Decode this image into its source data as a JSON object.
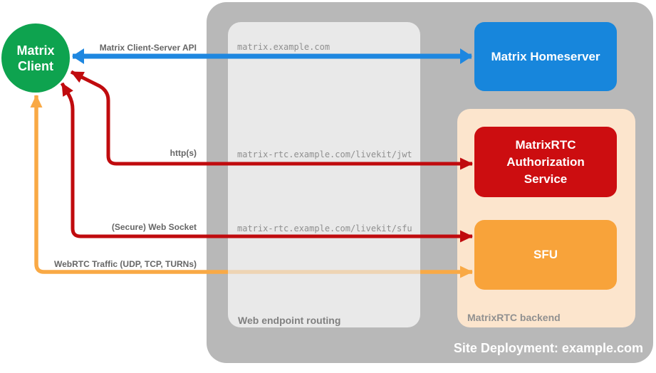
{
  "client": {
    "line1": "Matrix",
    "line2": "Client"
  },
  "nodes": {
    "homeserver": {
      "label": "Matrix Homeserver"
    },
    "auth_service": {
      "label": "MatrixRTC Authorization Service"
    },
    "sfu": {
      "label": "SFU"
    }
  },
  "containers": {
    "site": {
      "label": "Site Deployment: example.com"
    },
    "routing": {
      "label": "Web endpoint routing",
      "endpoints": [
        "matrix.example.com",
        "matrix-rtc.example.com/livekit/jwt",
        "matrix-rtc.example.com/livekit/sfu"
      ]
    },
    "backend": {
      "label": "MatrixRTC backend"
    }
  },
  "arrows": {
    "client_server": {
      "label": "Matrix Client-Server API",
      "color": "#1e87e0",
      "direction": "bidirectional"
    },
    "https": {
      "label": "http(s)",
      "color": "#c00b0e",
      "direction": "bidirectional"
    },
    "websocket": {
      "label": "(Secure) Web Socket",
      "color": "#c00b0e",
      "direction": "bidirectional"
    },
    "webrtc": {
      "label": "WebRTC Traffic (UDP, TCP, TURNs)",
      "color": "#f9a945",
      "direction": "bidirectional"
    }
  },
  "colors": {
    "client_green": "#0ea34f",
    "homeserver_blue": "#1786dc",
    "auth_red": "#cc0d10",
    "sfu_orange": "#f8a33a",
    "backend_peach": "#fce5cd",
    "site_gray": "#b8b8b8",
    "routing_gray": "#e9e9e9",
    "label_gray": "#666666",
    "endpoint_gray": "#8f8f8f"
  }
}
